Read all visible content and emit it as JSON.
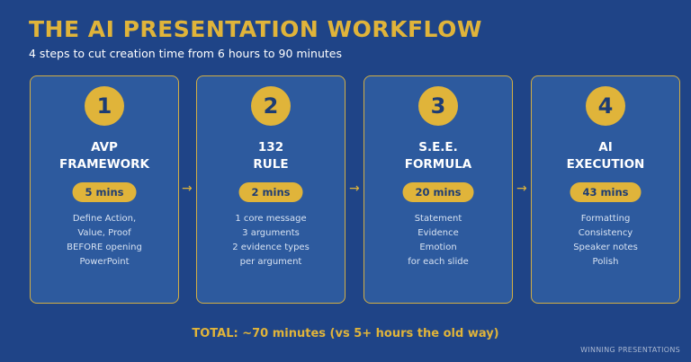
{
  "title": "THE AI PRESENTATION WORKFLOW",
  "subtitle": "4 steps to cut creation time from 6 hours to 90 minutes",
  "steps": [
    {
      "number": "1",
      "heading_line1": "AVP",
      "heading_line2": "FRAMEWORK",
      "time": "5 mins",
      "desc": [
        "Define Action,",
        "Value, Proof",
        "BEFORE opening",
        "PowerPoint"
      ]
    },
    {
      "number": "2",
      "heading_line1": "132",
      "heading_line2": "RULE",
      "time": "2 mins",
      "desc": [
        "1 core message",
        "3 arguments",
        "2 evidence types",
        "per argument"
      ]
    },
    {
      "number": "3",
      "heading_line1": "S.E.E.",
      "heading_line2": "FORMULA",
      "time": "20 mins",
      "desc": [
        "Statement",
        "Evidence",
        "Emotion",
        "for each slide"
      ]
    },
    {
      "number": "4",
      "heading_line1": "AI",
      "heading_line2": "EXECUTION",
      "time": "43 mins",
      "desc": [
        "Formatting",
        "Consistency",
        "Speaker notes",
        "Polish"
      ]
    }
  ],
  "arrow_glyph": "→",
  "total": "TOTAL: ~70 minutes (vs 5+ hours the old way)",
  "brand": "WINNING PRESENTATIONS",
  "colors": {
    "background": "#1f4487",
    "card": "#2d5a9e",
    "accent": "#e0b43a",
    "text": "#ffffff"
  }
}
